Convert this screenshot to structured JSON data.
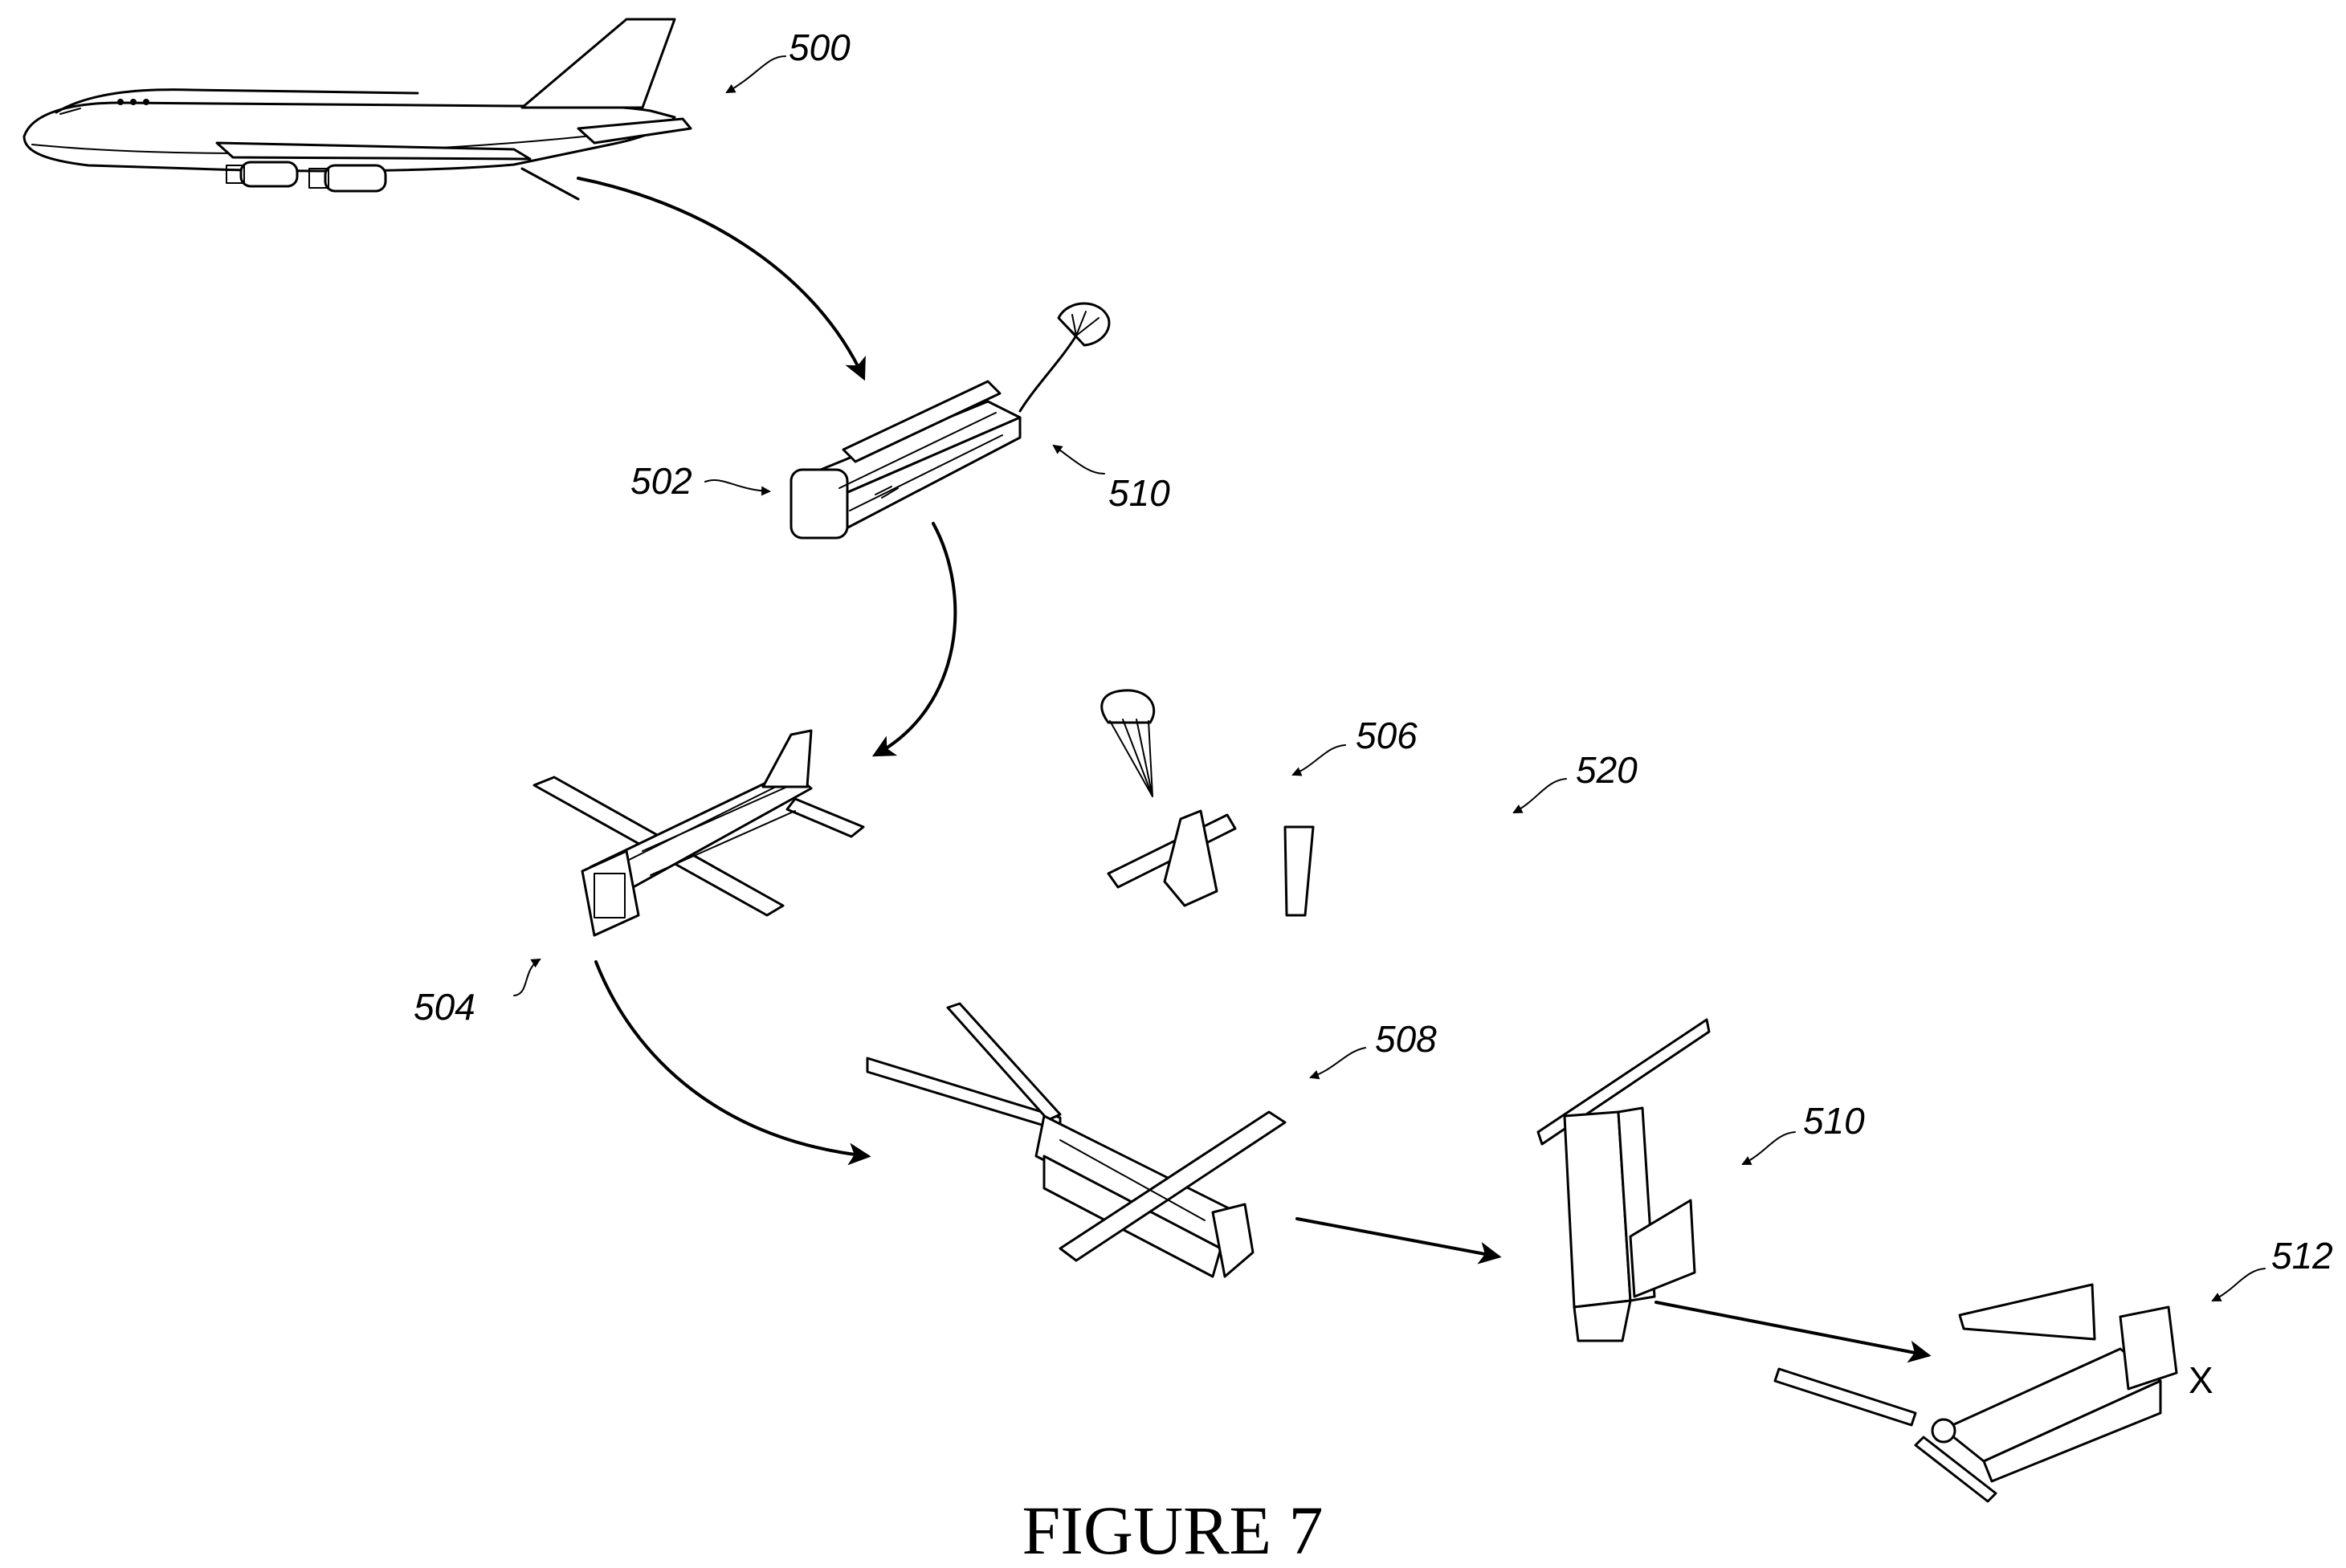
{
  "figure": {
    "caption": "FIGURE 7",
    "axis_label": "X"
  },
  "references": {
    "aircraft": "500",
    "canister": "502",
    "canister_chute": "510",
    "fixed_wing": "504",
    "jettison": "506",
    "mode_change": "520",
    "rotor_config": "508",
    "vertical": "510",
    "landed": "512"
  }
}
